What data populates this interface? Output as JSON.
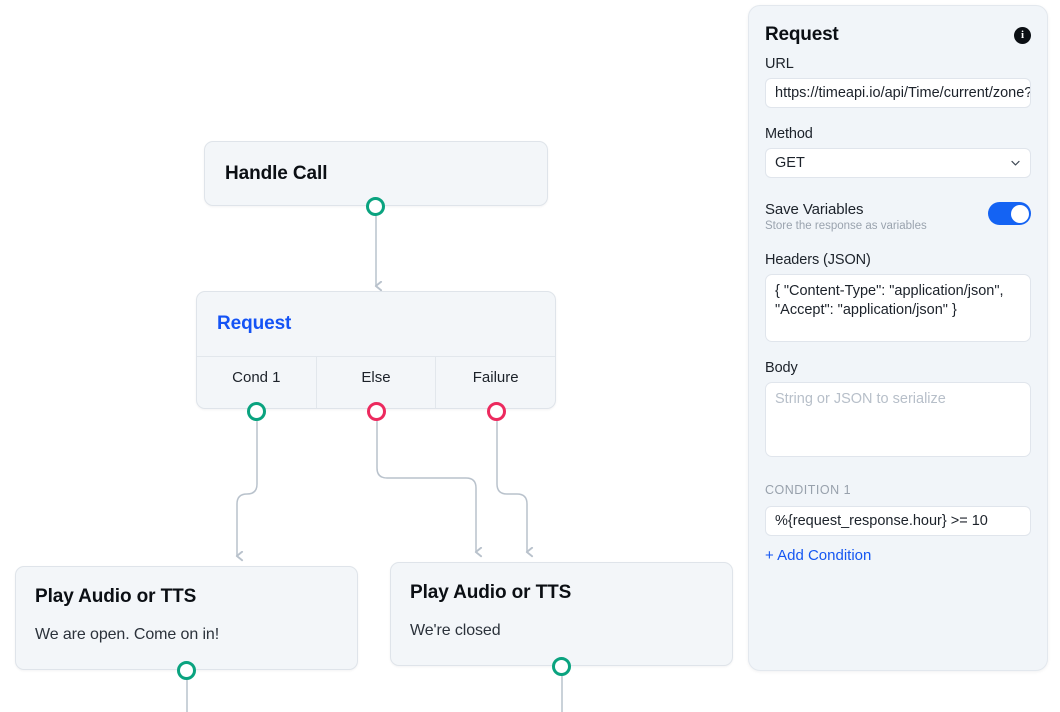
{
  "canvas": {
    "nodes": [
      {
        "id": "handle-call",
        "title": "Handle Call",
        "subtitle": ""
      },
      {
        "id": "request",
        "title": "Request",
        "ports": [
          "Cond 1",
          "Else",
          "Failure"
        ],
        "port_colors": [
          "#0aa37f",
          "#ec2a5e",
          "#ec2a5e"
        ]
      },
      {
        "id": "play-left",
        "title": "Play Audio or TTS",
        "subtitle": "We are open. Come on in!"
      },
      {
        "id": "play-right",
        "title": "Play Audio or TTS",
        "subtitle": "We're closed"
      }
    ],
    "handle_colors": {
      "success": "#0aa37f",
      "failure": "#ec2a5e"
    },
    "edge_color": "#b9c2cc"
  },
  "panel": {
    "title": "Request",
    "info_icon": "info-icon",
    "info_glyph": "i",
    "url": {
      "label": "URL",
      "value": "https://timeapi.io/api/Time/current/zone?timeZone=America/New_York"
    },
    "method": {
      "label": "Method",
      "value": "GET",
      "caret_icon": "chevron-down-icon"
    },
    "save_variables": {
      "label": "Save Variables",
      "description": "Store the response as variables",
      "enabled": true,
      "accent": "#1463f3"
    },
    "headers": {
      "label": "Headers (JSON)",
      "value": "{ \"Content-Type\": \"application/json\", \"Accept\": \"application/json\" }"
    },
    "body": {
      "label": "Body",
      "value": "",
      "placeholder": "String or JSON to serialize"
    },
    "condition": {
      "section_label": "CONDITION 1",
      "value": "%{request_response.hour} >= 10",
      "add_label": "+ Add Condition",
      "link_color": "#1557f2"
    }
  }
}
